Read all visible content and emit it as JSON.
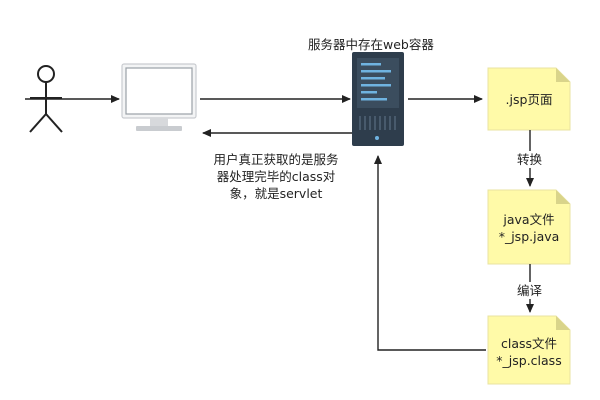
{
  "diagram": {
    "server_title": "服务器中存在web容器",
    "docs": {
      "jsp": {
        "line1": ".jsp页面"
      },
      "java": {
        "line1": "java文件",
        "line2": "*_jsp.java"
      },
      "class": {
        "line1": "class文件",
        "line2": "*_jsp.class"
      }
    },
    "edge_labels": {
      "convert": "转换",
      "compile": "编译",
      "return_line1": "用户真正获取的是服务",
      "return_line2": "器处理完毕的class对",
      "return_line3": "象，就是servlet"
    },
    "colors": {
      "note_fill": "#fffaa8",
      "note_fold": "#d9d48a",
      "server_body": "#2e3d4c",
      "server_panel": "#3b4d5e",
      "monitor_screen": "#ffffff",
      "monitor_frame": "#d7d9dc",
      "arrow": "#222222"
    },
    "icons": [
      "user-icon",
      "monitor-icon",
      "server-icon"
    ]
  }
}
